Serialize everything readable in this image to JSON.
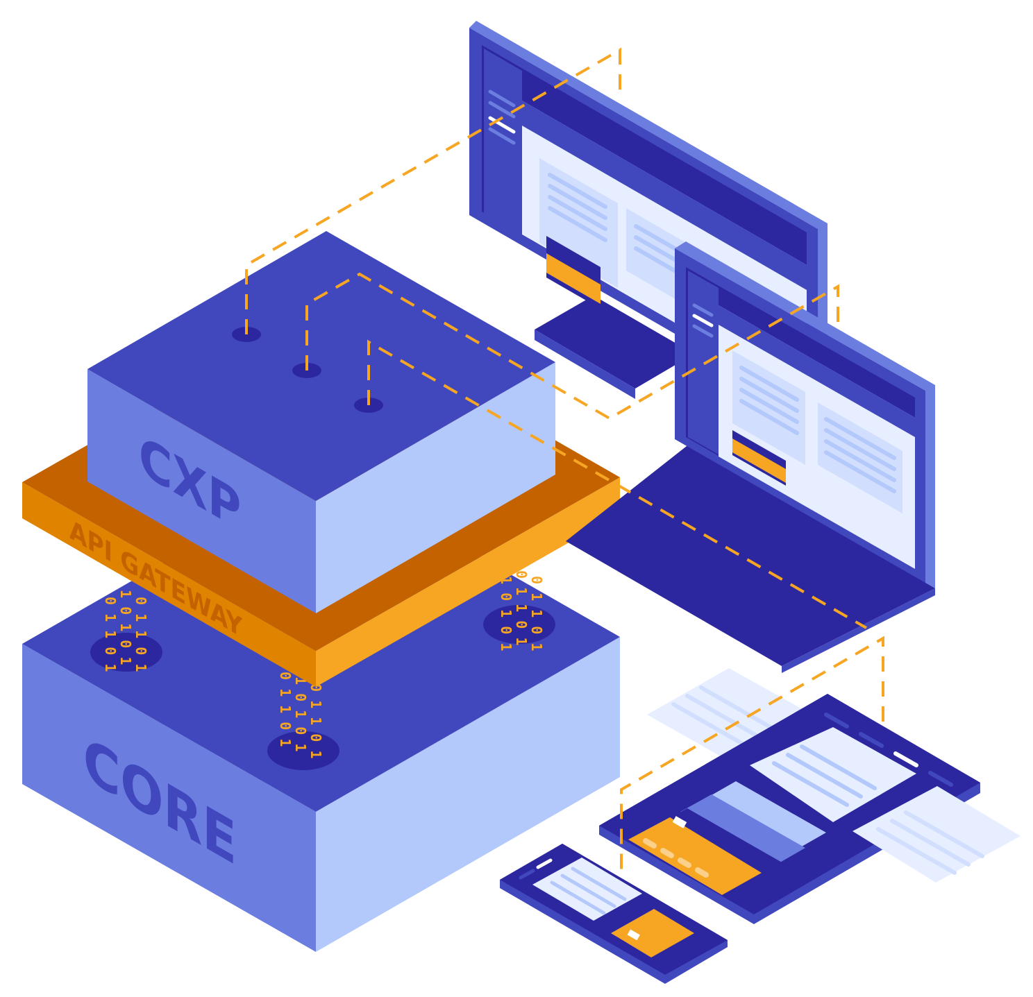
{
  "labels": {
    "cxp": "CXP",
    "api_gateway": "API GATEWAY",
    "core": "CORE"
  },
  "binary": {
    "col_a": "0 1 1 0 1",
    "col_b": "1 0 1 0 1",
    "col_c": "0 1 1 0 1"
  },
  "colors": {
    "block_top": "#4148bd",
    "block_left": "#6b7ee0",
    "block_right": "#b3c9fb",
    "gateway_top": "#c46200",
    "gateway_left": "#e08300",
    "gateway_right": "#f6a623",
    "device_dark": "#2d279f",
    "device_frame": "#4148bd",
    "screen": "#e6eeff",
    "connector": "#f6a623",
    "card": "#f6a623"
  }
}
